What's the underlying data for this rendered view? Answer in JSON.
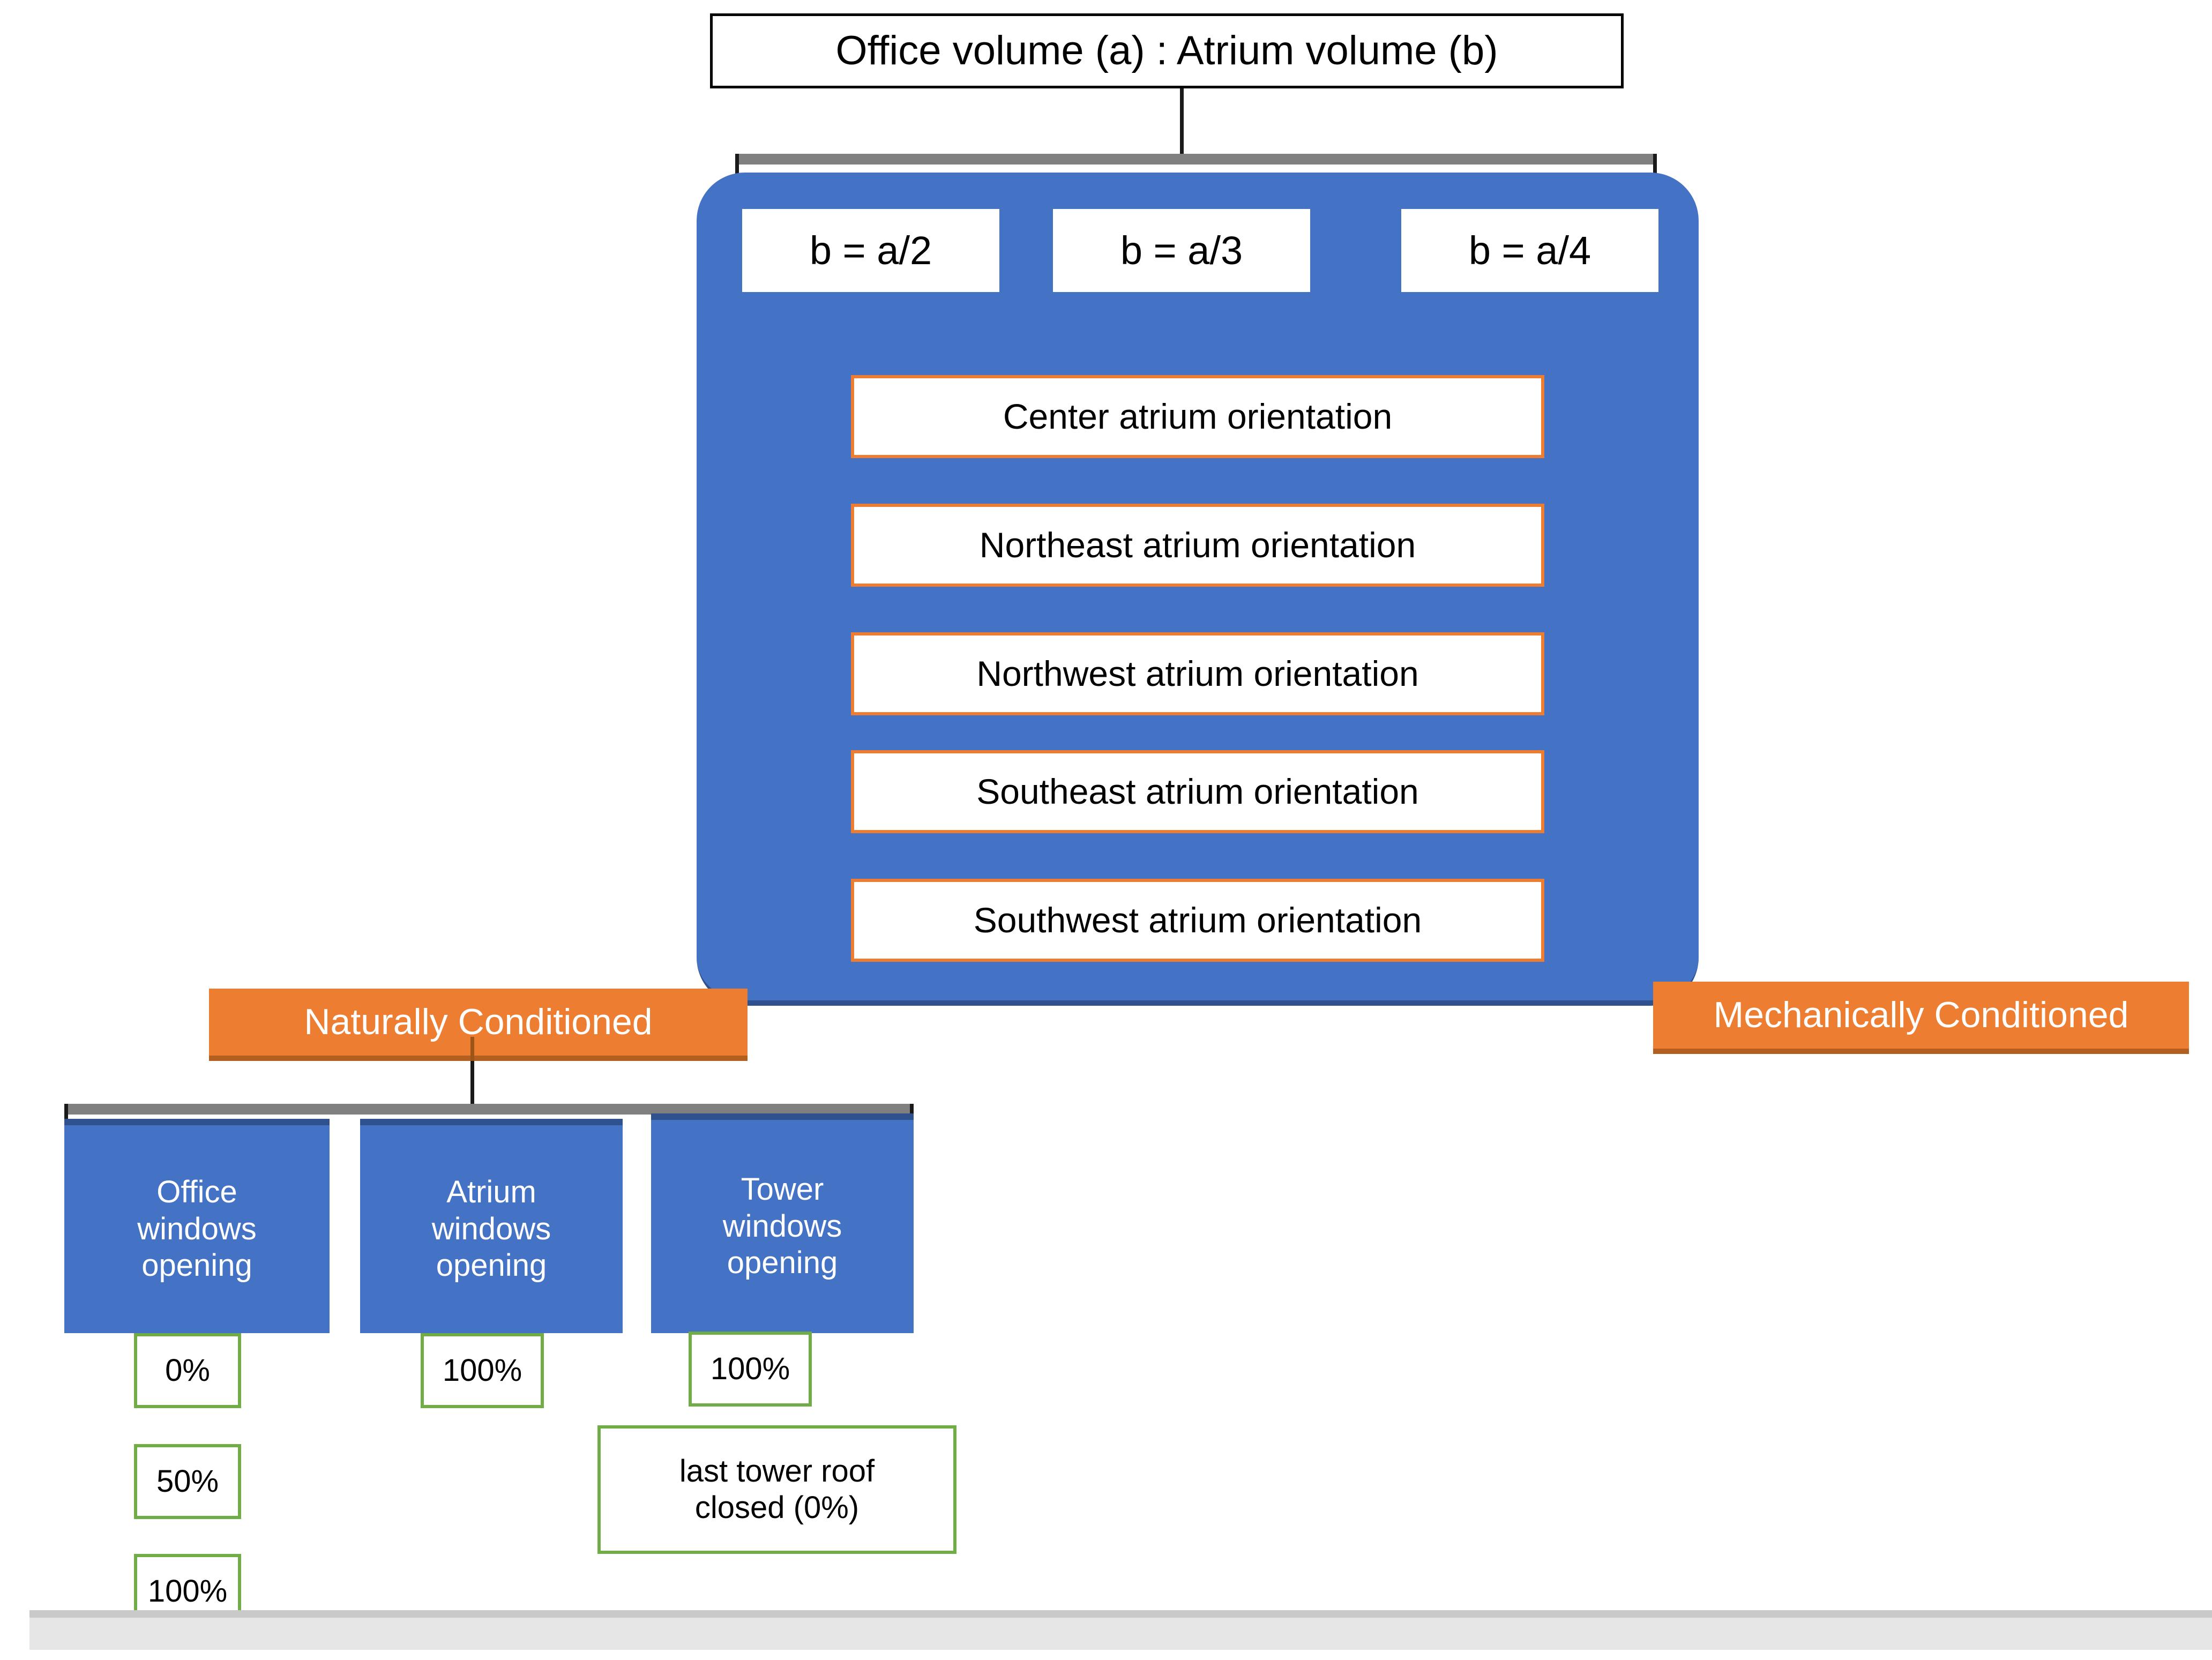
{
  "diagram": {
    "title_box": {
      "label": "Office volume (a) : Atrium volume (b)"
    },
    "ratio_boxes": [
      {
        "label": "b = a/2"
      },
      {
        "label": "b = a/3"
      },
      {
        "label": "b = a/4"
      }
    ],
    "orientation_boxes": [
      {
        "label": "Center atrium orientation"
      },
      {
        "label": "Northeast atrium orientation"
      },
      {
        "label": "Northwest atrium orientation"
      },
      {
        "label": "Southeast atrium orientation"
      },
      {
        "label": "Southwest atrium orientation"
      }
    ],
    "conditioning": {
      "natural": "Naturally Conditioned",
      "mechanical": "Mechanically Conditioned"
    },
    "window_groups": [
      {
        "line1": "Office",
        "line2": "windows",
        "line3": "opening",
        "values": [
          "0%",
          "50%",
          "100%"
        ]
      },
      {
        "line1": "Atrium",
        "line2": "windows",
        "line3": "opening",
        "values": [
          "100%"
        ]
      },
      {
        "line1": "Tower",
        "line2": "windows",
        "line3": "opening",
        "values": [
          "100%"
        ],
        "note_line1": "last tower roof",
        "note_line2": "closed (0%)"
      }
    ],
    "colors": {
      "blue": "#4472C4",
      "blue_dark": "#2F528F",
      "orange": "#ED7D31",
      "orange_dark": "#B35F20",
      "green": "#70AD47",
      "gray_connector": "#808080",
      "footer": "#e6e6e6"
    }
  }
}
